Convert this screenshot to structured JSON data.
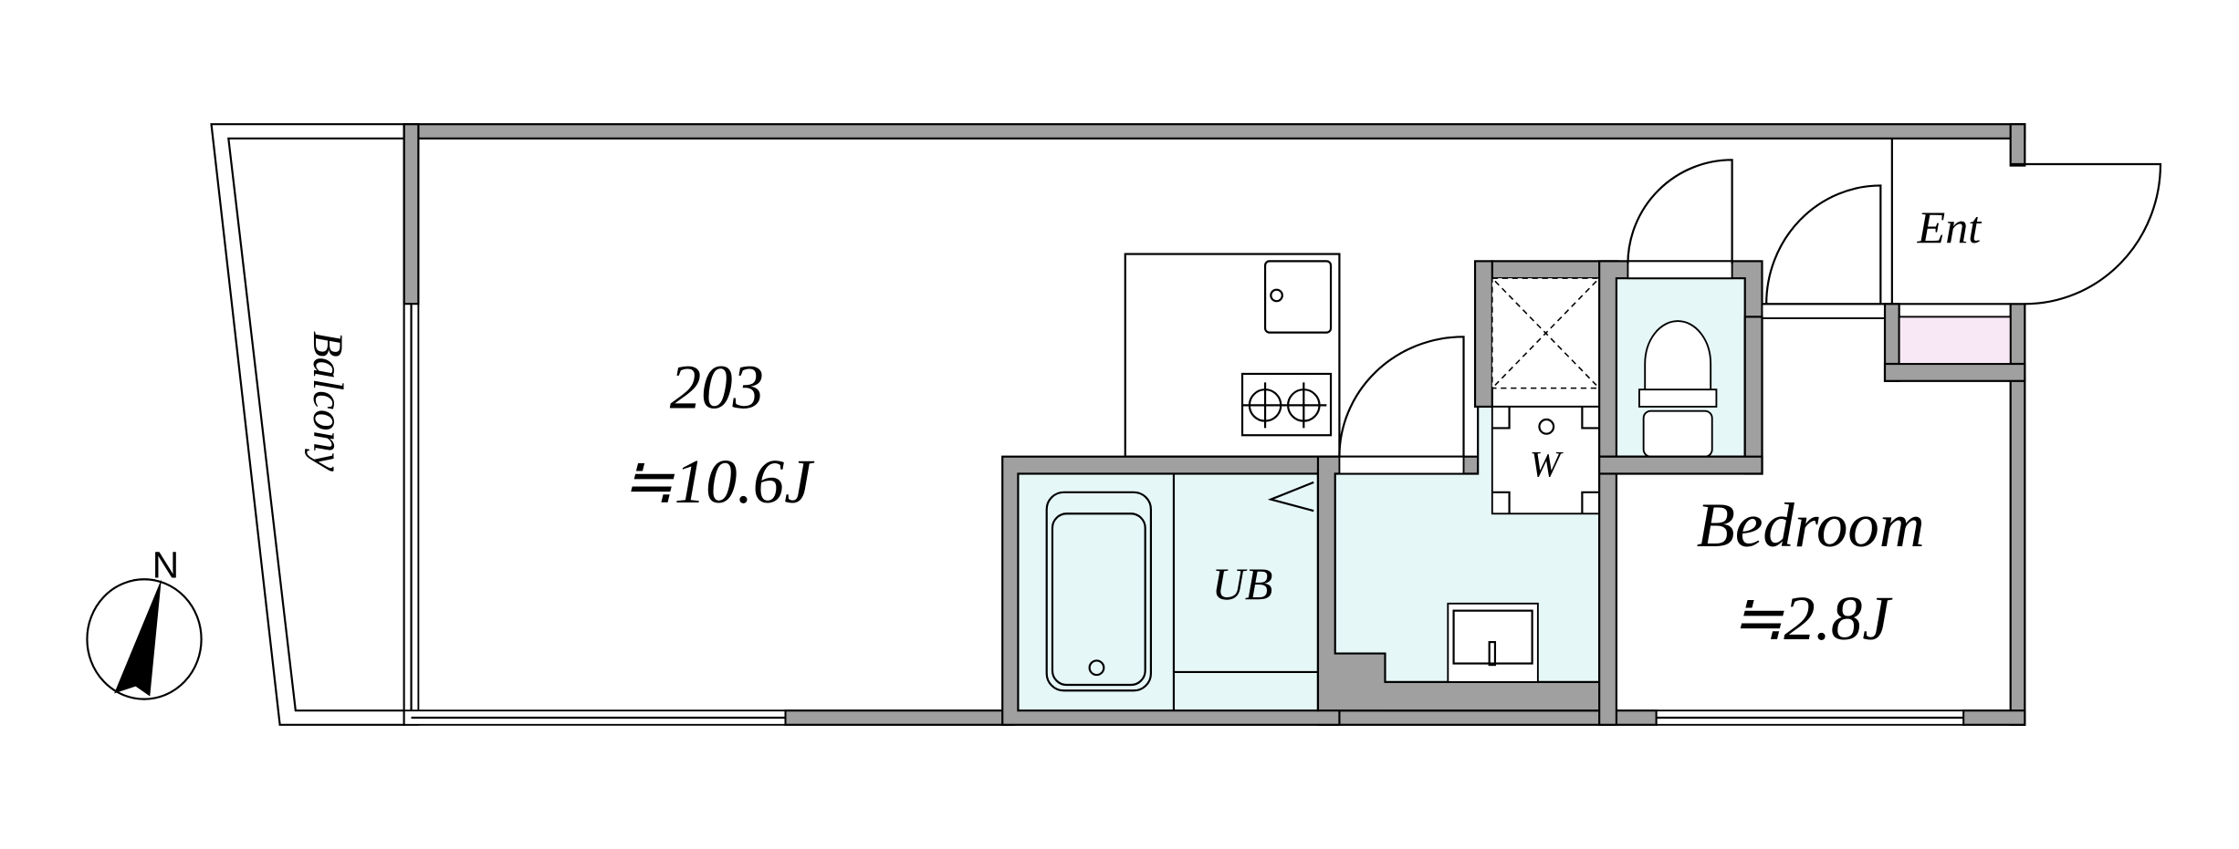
{
  "rooms": {
    "main_unit": "203",
    "main_area": "≒10.6J",
    "balcony": "Balcony",
    "bath": "UB",
    "washer": "W",
    "bedroom": "Bedroom",
    "bedroom_area": "≒2.8J",
    "entrance": "Ent"
  },
  "compass": {
    "label": "N"
  },
  "colors": {
    "wall": "#a0a0a0",
    "wet_area": "#e6f7f8",
    "shoe_box": "#f8e8f6"
  }
}
